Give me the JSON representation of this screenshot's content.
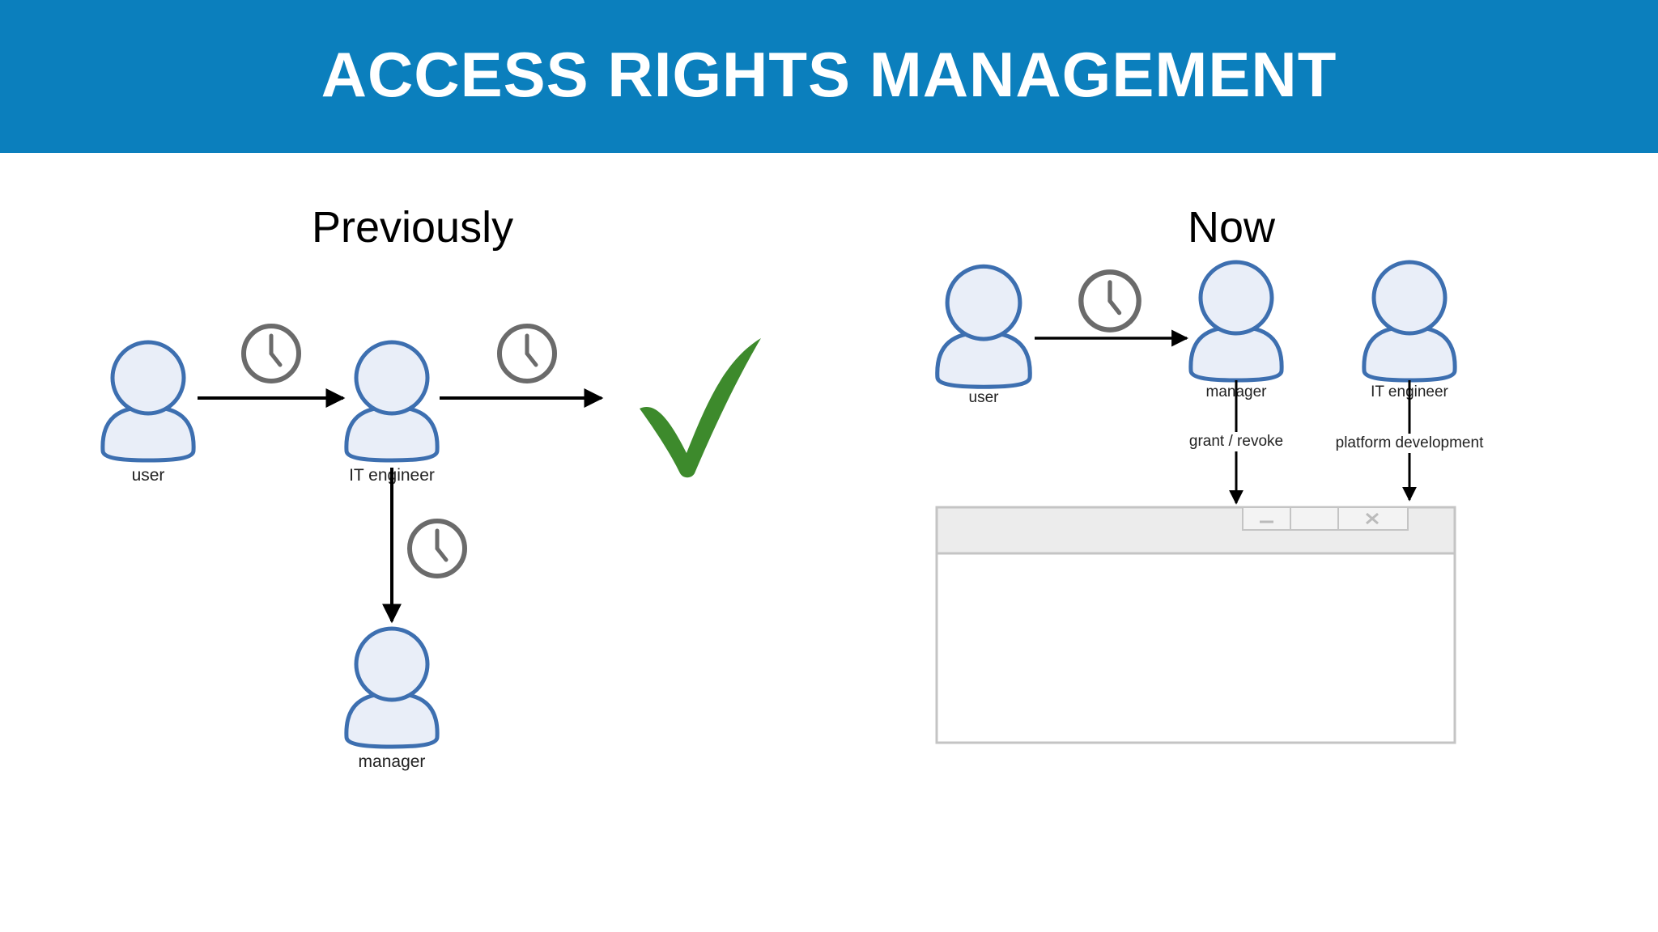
{
  "slide": {
    "title": "ACCESS RIGHTS MANAGEMENT",
    "header_color": "#0b7fbd"
  },
  "previously": {
    "heading": "Previously",
    "nodes": {
      "user": "user",
      "it_engineer": "IT engineer",
      "manager": "manager"
    },
    "wait_icon": "clock-icon",
    "result_icon": "checkmark-icon",
    "checkmark_color": "#3d8a2c"
  },
  "now": {
    "heading": "Now",
    "nodes": {
      "user": "user",
      "manager": "manager",
      "it_engineer": "IT engineer"
    },
    "edges": {
      "manager_to_window": "grant / revoke",
      "it_engineer_to_window": "platform development"
    },
    "wait_icon": "clock-icon",
    "window_controls": [
      "minimize-icon",
      "maximize-icon",
      "close-icon"
    ]
  },
  "colors": {
    "person_fill": "#e9eef8",
    "person_stroke": "#3d6fb0",
    "clock_stroke": "#6b6b6b"
  }
}
